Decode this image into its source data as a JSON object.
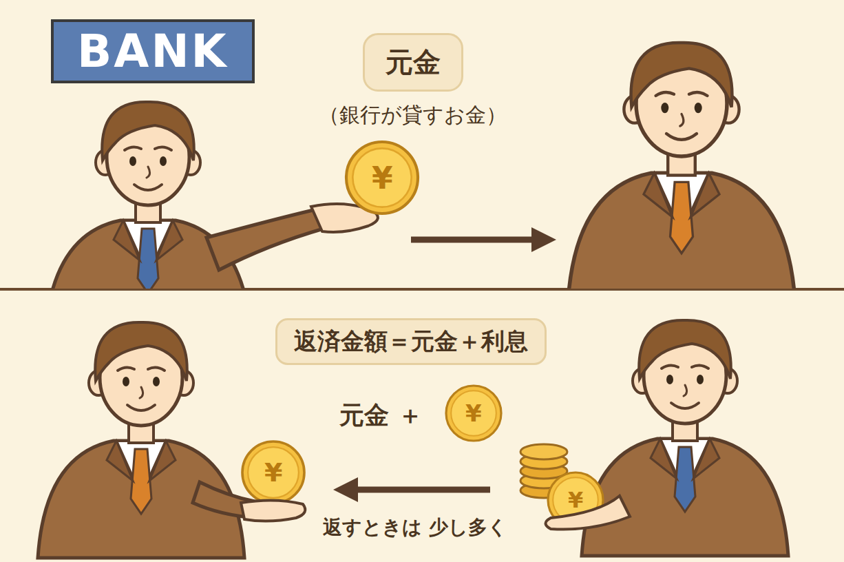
{
  "diagram": {
    "nodes": [
      {
        "text": [
          "BANK"
        ]
      },
      {
        "text": [
          "元金",
          "（銀行が貸すお金）"
        ]
      },
      {
        "text": [
          "返済金額＝元金＋利息"
        ]
      }
    ],
    "labels": [
      "¥",
      "元金 ＋",
      "¥",
      "¥",
      "¥",
      "返すときは 少し多く"
    ]
  }
}
